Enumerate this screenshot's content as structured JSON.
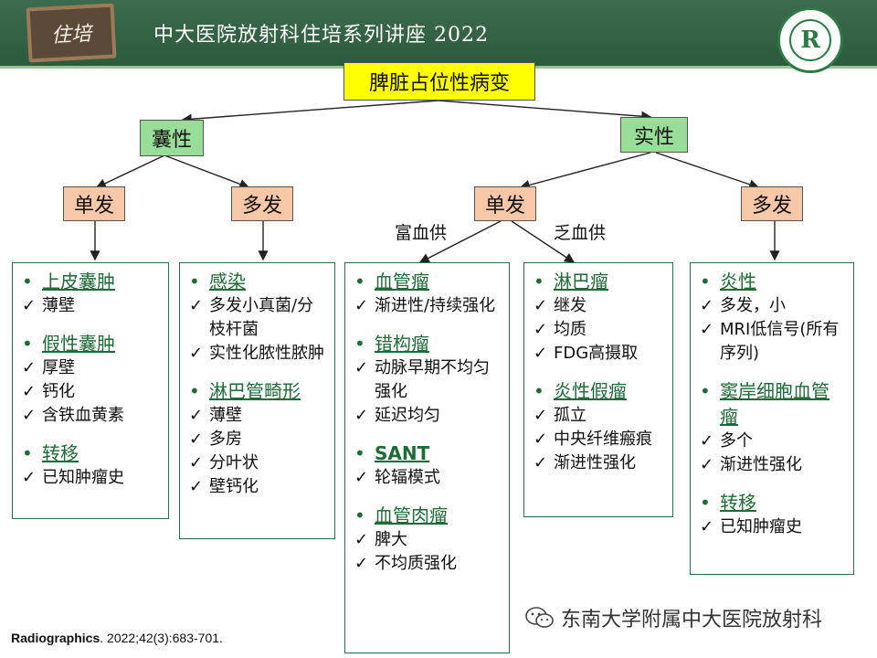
{
  "header": {
    "badge_text": "住培",
    "title": "中大医院放射科住培系列讲座 2022",
    "seal_letter": "R"
  },
  "diagram": {
    "root": "脾脏占位性病变",
    "cystic": "囊性",
    "solid": "实性",
    "cystic_single": "单发",
    "cystic_multiple": "多发",
    "solid_single": "单发",
    "solid_multiple": "多发",
    "hypervascular": "富血供",
    "hypovascular": "乏血供"
  },
  "panels": {
    "cystic_single": {
      "groups": [
        {
          "title": "上皮囊肿",
          "items": [
            "薄壁"
          ]
        },
        {
          "title": "假性囊肿",
          "items": [
            "厚壁",
            "钙化",
            "含铁血黄素"
          ]
        },
        {
          "title": "转移",
          "items": [
            "已知肿瘤史"
          ]
        }
      ]
    },
    "cystic_multiple": {
      "groups": [
        {
          "title": "感染",
          "items": [
            "多发小真菌/分枝杆菌",
            "实性化脓性脓肿"
          ]
        },
        {
          "title": "淋巴管畸形",
          "items": [
            "薄壁",
            "多房",
            "分叶状",
            "壁钙化"
          ]
        }
      ]
    },
    "solid_hyper": {
      "groups": [
        {
          "title": "血管瘤",
          "items": [
            "渐进性/持续强化"
          ]
        },
        {
          "title": "错构瘤",
          "items": [
            "动脉早期不均匀强化",
            "延迟均匀"
          ]
        },
        {
          "title": "SANT",
          "items": [
            "轮辐模式"
          ]
        },
        {
          "title": "血管肉瘤",
          "items": [
            "脾大",
            "不均质强化"
          ]
        }
      ]
    },
    "solid_hypo": {
      "groups": [
        {
          "title": "淋巴瘤",
          "items": [
            "继发",
            "均质",
            "FDG高摄取"
          ]
        },
        {
          "title": "炎性假瘤",
          "items": [
            "孤立",
            "中央纤维瘢痕",
            "渐进性强化"
          ]
        }
      ]
    },
    "solid_multiple": {
      "groups": [
        {
          "title": "炎性",
          "items": [
            "多发，小",
            "MRI低信号(所有序列)"
          ]
        },
        {
          "title": "窦岸细胞血管瘤",
          "items": [
            "多个",
            "渐进性强化"
          ]
        },
        {
          "title": "转移",
          "items": [
            "已知肿瘤史"
          ]
        }
      ]
    }
  },
  "footer": {
    "journal": "Radiographics",
    "citation_rest": ". 2022;42(3):683-701.",
    "watermark": "东南大学附属中大医院放射科"
  },
  "colors": {
    "header_bg": "#2b5a3c",
    "root_fill": "#ffff00",
    "level1_fill": "#99dd99",
    "level2_fill": "#f7c8a8",
    "heading_text": "#1d6b36"
  },
  "icons": [
    "wechat-icon",
    "checkmark-icon",
    "bullet-icon"
  ]
}
